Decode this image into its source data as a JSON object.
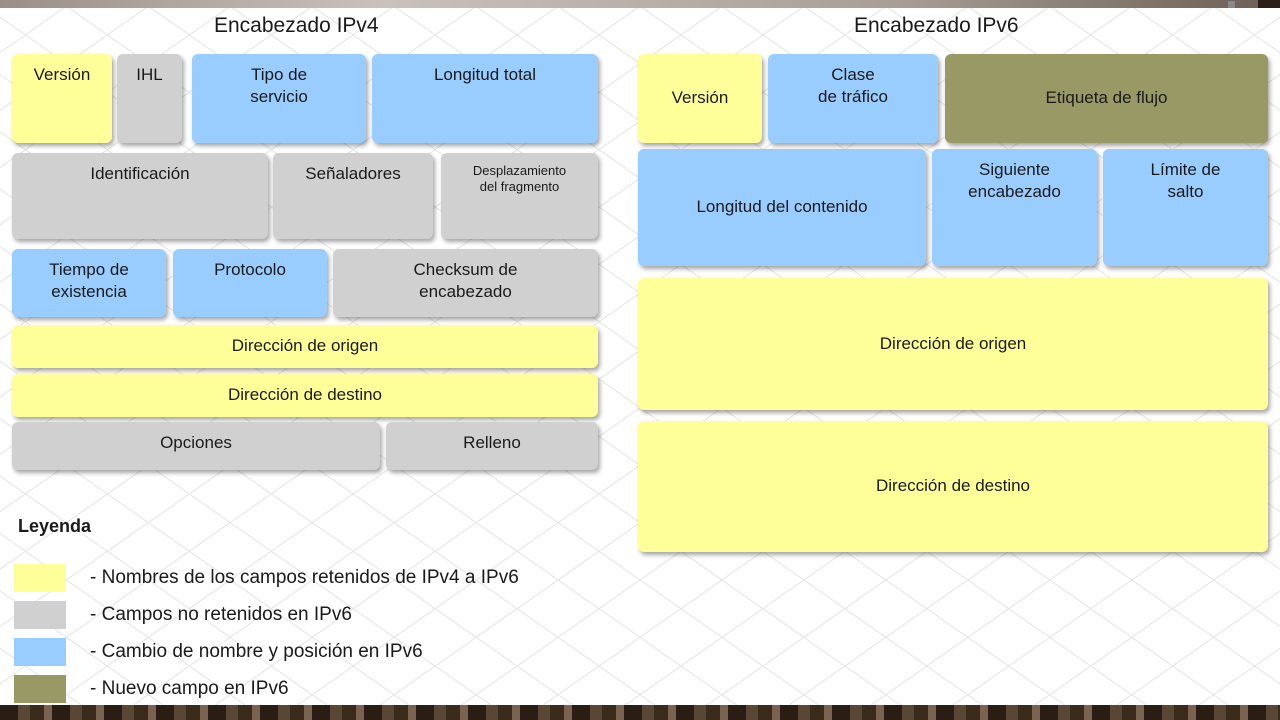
{
  "ipv4": {
    "title": "Encabezado IPv4",
    "fields": {
      "version": "Versión",
      "ihl": "IHL",
      "type_of_service": "Tipo de\nservicio",
      "total_length": "Longitud total",
      "identification": "Identificación",
      "flags": "Señaladores",
      "fragment_offset": "Desplazamiento\ndel fragmento",
      "ttl": "Tiempo de\nexistencia",
      "protocol": "Protocolo",
      "header_checksum": "Checksum de\nencabezado",
      "source_address": "Dirección de origen",
      "destination_address": "Dirección de destino",
      "options": "Opciones",
      "padding": "Relleno"
    }
  },
  "ipv6": {
    "title": "Encabezado IPv6",
    "fields": {
      "version": "Versión",
      "traffic_class": "Clase\nde tráfico",
      "flow_label": "Etiqueta de flujo",
      "payload_length": "Longitud del contenido",
      "next_header": "Siguiente\nencabezado",
      "hop_limit": "Límite de\nsalto",
      "source_address": "Dirección de origen",
      "destination_address": "Dirección de destino"
    }
  },
  "legend": {
    "title": "Leyenda",
    "items": [
      {
        "label": "- Nombres de los campos retenidos de IPv4 a IPv6",
        "color": "#ffff99"
      },
      {
        "label": "- Campos no retenidos en IPv6",
        "color": "#d0d0d0"
      },
      {
        "label": "- Cambio de nombre y posición en IPv6",
        "color": "#99ccff"
      },
      {
        "label": "- Nuevo campo en IPv6",
        "color": "#999966"
      }
    ]
  },
  "colors": {
    "retained": "#ffff99",
    "not_retained": "#d0d0d0",
    "renamed": "#99ccff",
    "new_field": "#999966"
  }
}
